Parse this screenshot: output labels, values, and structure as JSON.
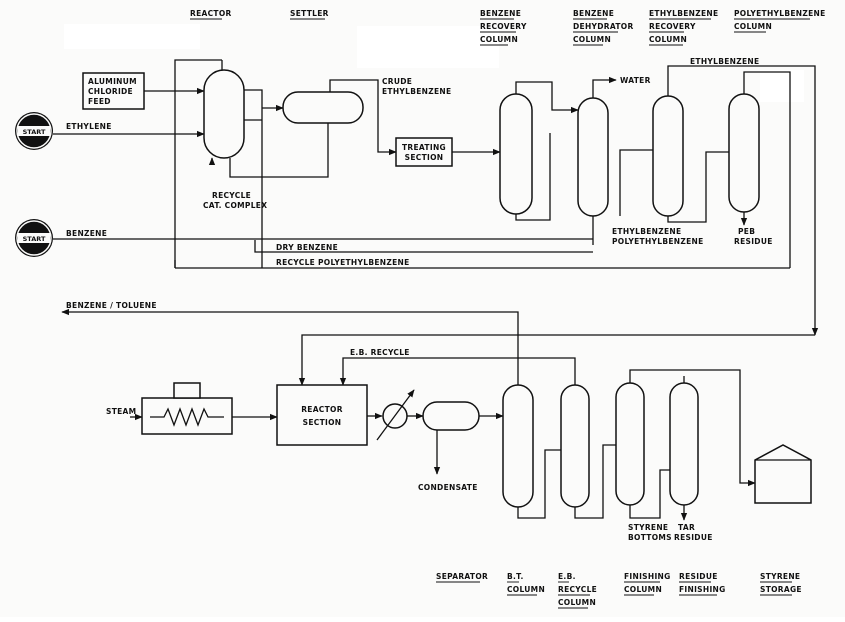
{
  "headers": {
    "reactor": "REACTOR",
    "settler": "SETTLER",
    "benzene_recovery": [
      "BENZENE",
      "RECOVERY",
      "COLUMN"
    ],
    "benzene_dehydrator": [
      "BENZENE",
      "DEHYDRATOR",
      "COLUMN"
    ],
    "ethylbenzene_recovery": [
      "ETHYLBENZENE",
      "RECOVERY",
      "COLUMN"
    ],
    "polyethylbenzene_column": [
      "POLYETHYLBENZENE",
      "COLUMN"
    ],
    "separator": "SEPARATOR",
    "bt_column": [
      "B.T.",
      "COLUMN"
    ],
    "eb_recycle_column": [
      "E.B.",
      "RECYCLE",
      "COLUMN"
    ],
    "finishing_column": [
      "FINISHING",
      "COLUMN"
    ],
    "residue_finishing": [
      "RESIDUE",
      "FINISHING"
    ],
    "styrene_storage": [
      "STYRENE",
      "STORAGE"
    ]
  },
  "start_buttons": {
    "ethylene": "START",
    "benzene": "START"
  },
  "labels": {
    "ethylene": "ETHYLENE",
    "benzene": "BENZENE",
    "aluminum_feed": [
      "ALUMINUM",
      "CHLORIDE",
      "FEED"
    ],
    "recycle_complex": [
      "RECYCLE",
      "CAT. COMPLEX"
    ],
    "crude_eb": [
      "CRUDE",
      "ETHYLBENZENE"
    ],
    "treating_section": [
      "TREATING",
      "SECTION"
    ],
    "water": "WATER",
    "ethylbenzene_top": "ETHYLBENZENE",
    "eb_peb": [
      "ETHYLBENZENE",
      "POLYETHYLBENZENE"
    ],
    "peb_residue": [
      "PEB",
      "RESIDUE"
    ],
    "dry_benzene": "DRY  BENZENE",
    "recycle_peb": "RECYCLE  POLYETHYLBENZENE",
    "benzene_toluene": "BENZENE / TOLUENE",
    "eb_recycle": "E.B.  RECYCLE",
    "steam": "STEAM",
    "reactor_section": [
      "REACTOR",
      "SECTION"
    ],
    "condensate": "CONDENSATE",
    "styrene_bottoms": [
      "STYRENE",
      "BOTTOMS"
    ],
    "tar_residue": [
      "TAR",
      "RESIDUE"
    ]
  },
  "colors": {
    "ink": "#111111",
    "paper": "#fbfbfa"
  }
}
